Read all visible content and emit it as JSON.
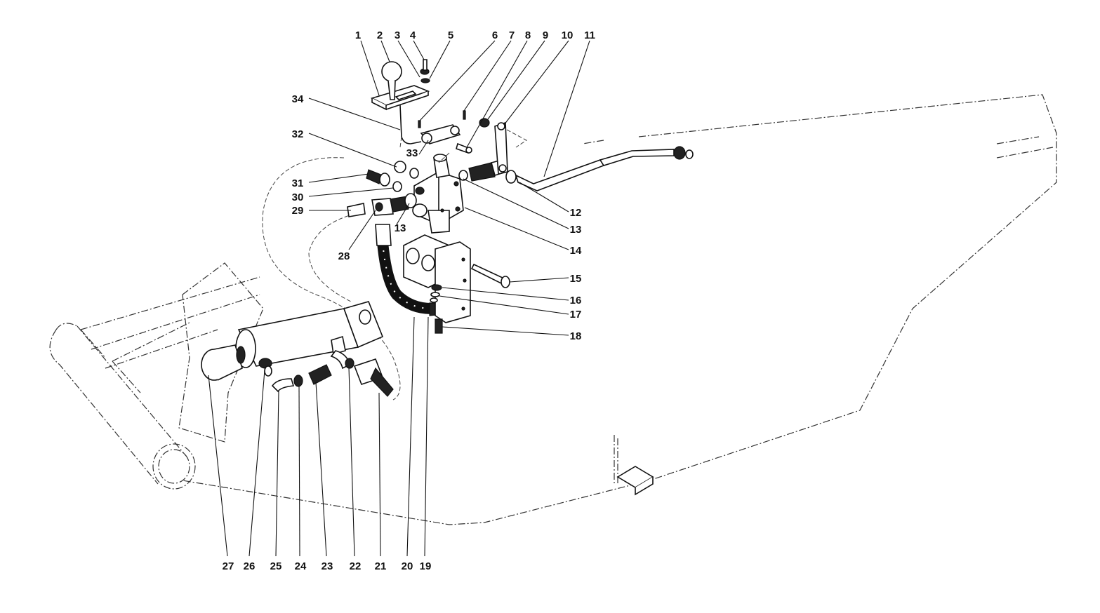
{
  "diagram": {
    "callouts": [
      {
        "id": "1",
        "text": "1"
      },
      {
        "id": "2",
        "text": "2"
      },
      {
        "id": "3",
        "text": "3"
      },
      {
        "id": "4",
        "text": "4"
      },
      {
        "id": "5",
        "text": "5"
      },
      {
        "id": "6",
        "text": "6"
      },
      {
        "id": "7",
        "text": "7"
      },
      {
        "id": "8",
        "text": "8"
      },
      {
        "id": "9",
        "text": "9"
      },
      {
        "id": "10",
        "text": "10"
      },
      {
        "id": "11",
        "text": "11"
      },
      {
        "id": "12",
        "text": "12"
      },
      {
        "id": "13a",
        "text": "13"
      },
      {
        "id": "13b",
        "text": "13"
      },
      {
        "id": "14",
        "text": "14"
      },
      {
        "id": "15",
        "text": "15"
      },
      {
        "id": "16",
        "text": "16"
      },
      {
        "id": "17",
        "text": "17"
      },
      {
        "id": "18",
        "text": "18"
      },
      {
        "id": "19",
        "text": "19"
      },
      {
        "id": "20",
        "text": "20"
      },
      {
        "id": "21",
        "text": "21"
      },
      {
        "id": "22",
        "text": "22"
      },
      {
        "id": "23",
        "text": "23"
      },
      {
        "id": "24",
        "text": "24"
      },
      {
        "id": "25",
        "text": "25"
      },
      {
        "id": "26",
        "text": "26"
      },
      {
        "id": "27",
        "text": "27"
      },
      {
        "id": "28",
        "text": "28"
      },
      {
        "id": "29",
        "text": "29"
      },
      {
        "id": "30",
        "text": "30"
      },
      {
        "id": "31",
        "text": "31"
      },
      {
        "id": "32",
        "text": "32"
      },
      {
        "id": "33",
        "text": "33"
      },
      {
        "id": "34",
        "text": "34"
      }
    ]
  }
}
